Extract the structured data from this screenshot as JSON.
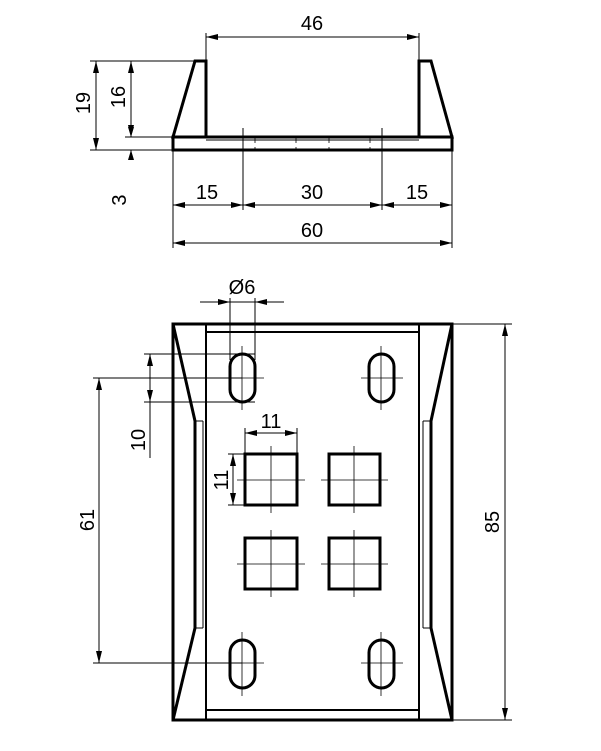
{
  "dimensions": {
    "top_inner_width": "46",
    "top_height_outer": "19",
    "top_height_inner": "16",
    "top_base_thickness": "3",
    "top_left_segment": "15",
    "top_mid_segment": "30",
    "top_right_segment": "15",
    "top_total_width": "60",
    "plan_hole_diameter": "Ø6",
    "plan_slot_length": "10",
    "plan_square_width": "11",
    "plan_square_height": "11",
    "plan_slot_spacing": "61",
    "plan_total_height": "85"
  }
}
